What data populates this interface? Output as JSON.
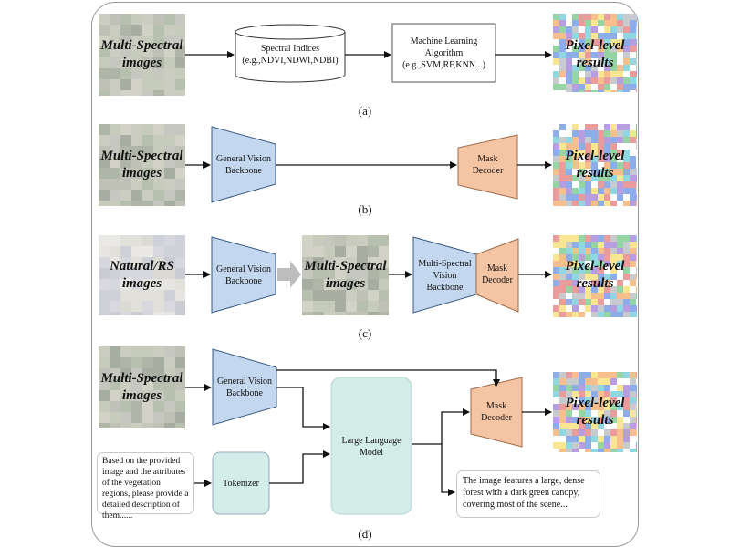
{
  "rows": {
    "a": {
      "input_label_1": "Multi-Spectral",
      "input_label_2": "images",
      "indices_1": "Spectral Indices",
      "indices_2": "(e.g.,NDVI,NDWI,NDBI)",
      "ml_1": "Machine Learning",
      "ml_2": "Algorithm",
      "ml_3": "(e.g.,SVM,RF,KNN...)",
      "output_1": "Pixel-level",
      "output_2": "results",
      "caption": "(a)"
    },
    "b": {
      "input_label_1": "Multi-Spectral",
      "input_label_2": "images",
      "backbone_1": "General Vision",
      "backbone_2": "Backbone",
      "decoder_1": "Mask",
      "decoder_2": "Decoder",
      "output_1": "Pixel-level",
      "output_2": "results",
      "caption": "(b)"
    },
    "c": {
      "input_label_1": "Natural/RS",
      "input_label_2": "images",
      "backbone_1": "General Vision",
      "backbone_2": "Backbone",
      "mid_label_1": "Multi-Spectral",
      "mid_label_2": "images",
      "ms_backbone_1": "Multi-Spectral",
      "ms_backbone_2": "Vision",
      "ms_backbone_3": "Backbone",
      "decoder_1": "Mask",
      "decoder_2": "Decoder",
      "output_1": "Pixel-level",
      "output_2": "results",
      "caption": "(c)"
    },
    "d": {
      "input_label_1": "Multi-Spectral",
      "input_label_2": "images",
      "backbone_1": "General Vision",
      "backbone_2": "Backbone",
      "llm_1": "Large Language",
      "llm_2": "Model",
      "decoder_1": "Mask",
      "decoder_2": "Decoder",
      "output_1": "Pixel-level",
      "output_2": "results",
      "tokenizer": "Tokenizer",
      "prompt_text": "Based on the provided image and the attributes of the vegetation regions, please provide a detailed description of them......",
      "answer_text": "The image features a large, dense forest with a dark green canopy, covering most of the scene...",
      "caption": "(d)"
    }
  },
  "colors": {
    "backbone_fill": "#c3d8ee",
    "backbone_stroke": "#3a5a80",
    "decoder_fill": "#f5c4a3",
    "decoder_stroke": "#a06a4a",
    "llm_fill": "#d2ece8",
    "arrow": "#111111",
    "transfer_arrow": "#bdbdbd"
  }
}
